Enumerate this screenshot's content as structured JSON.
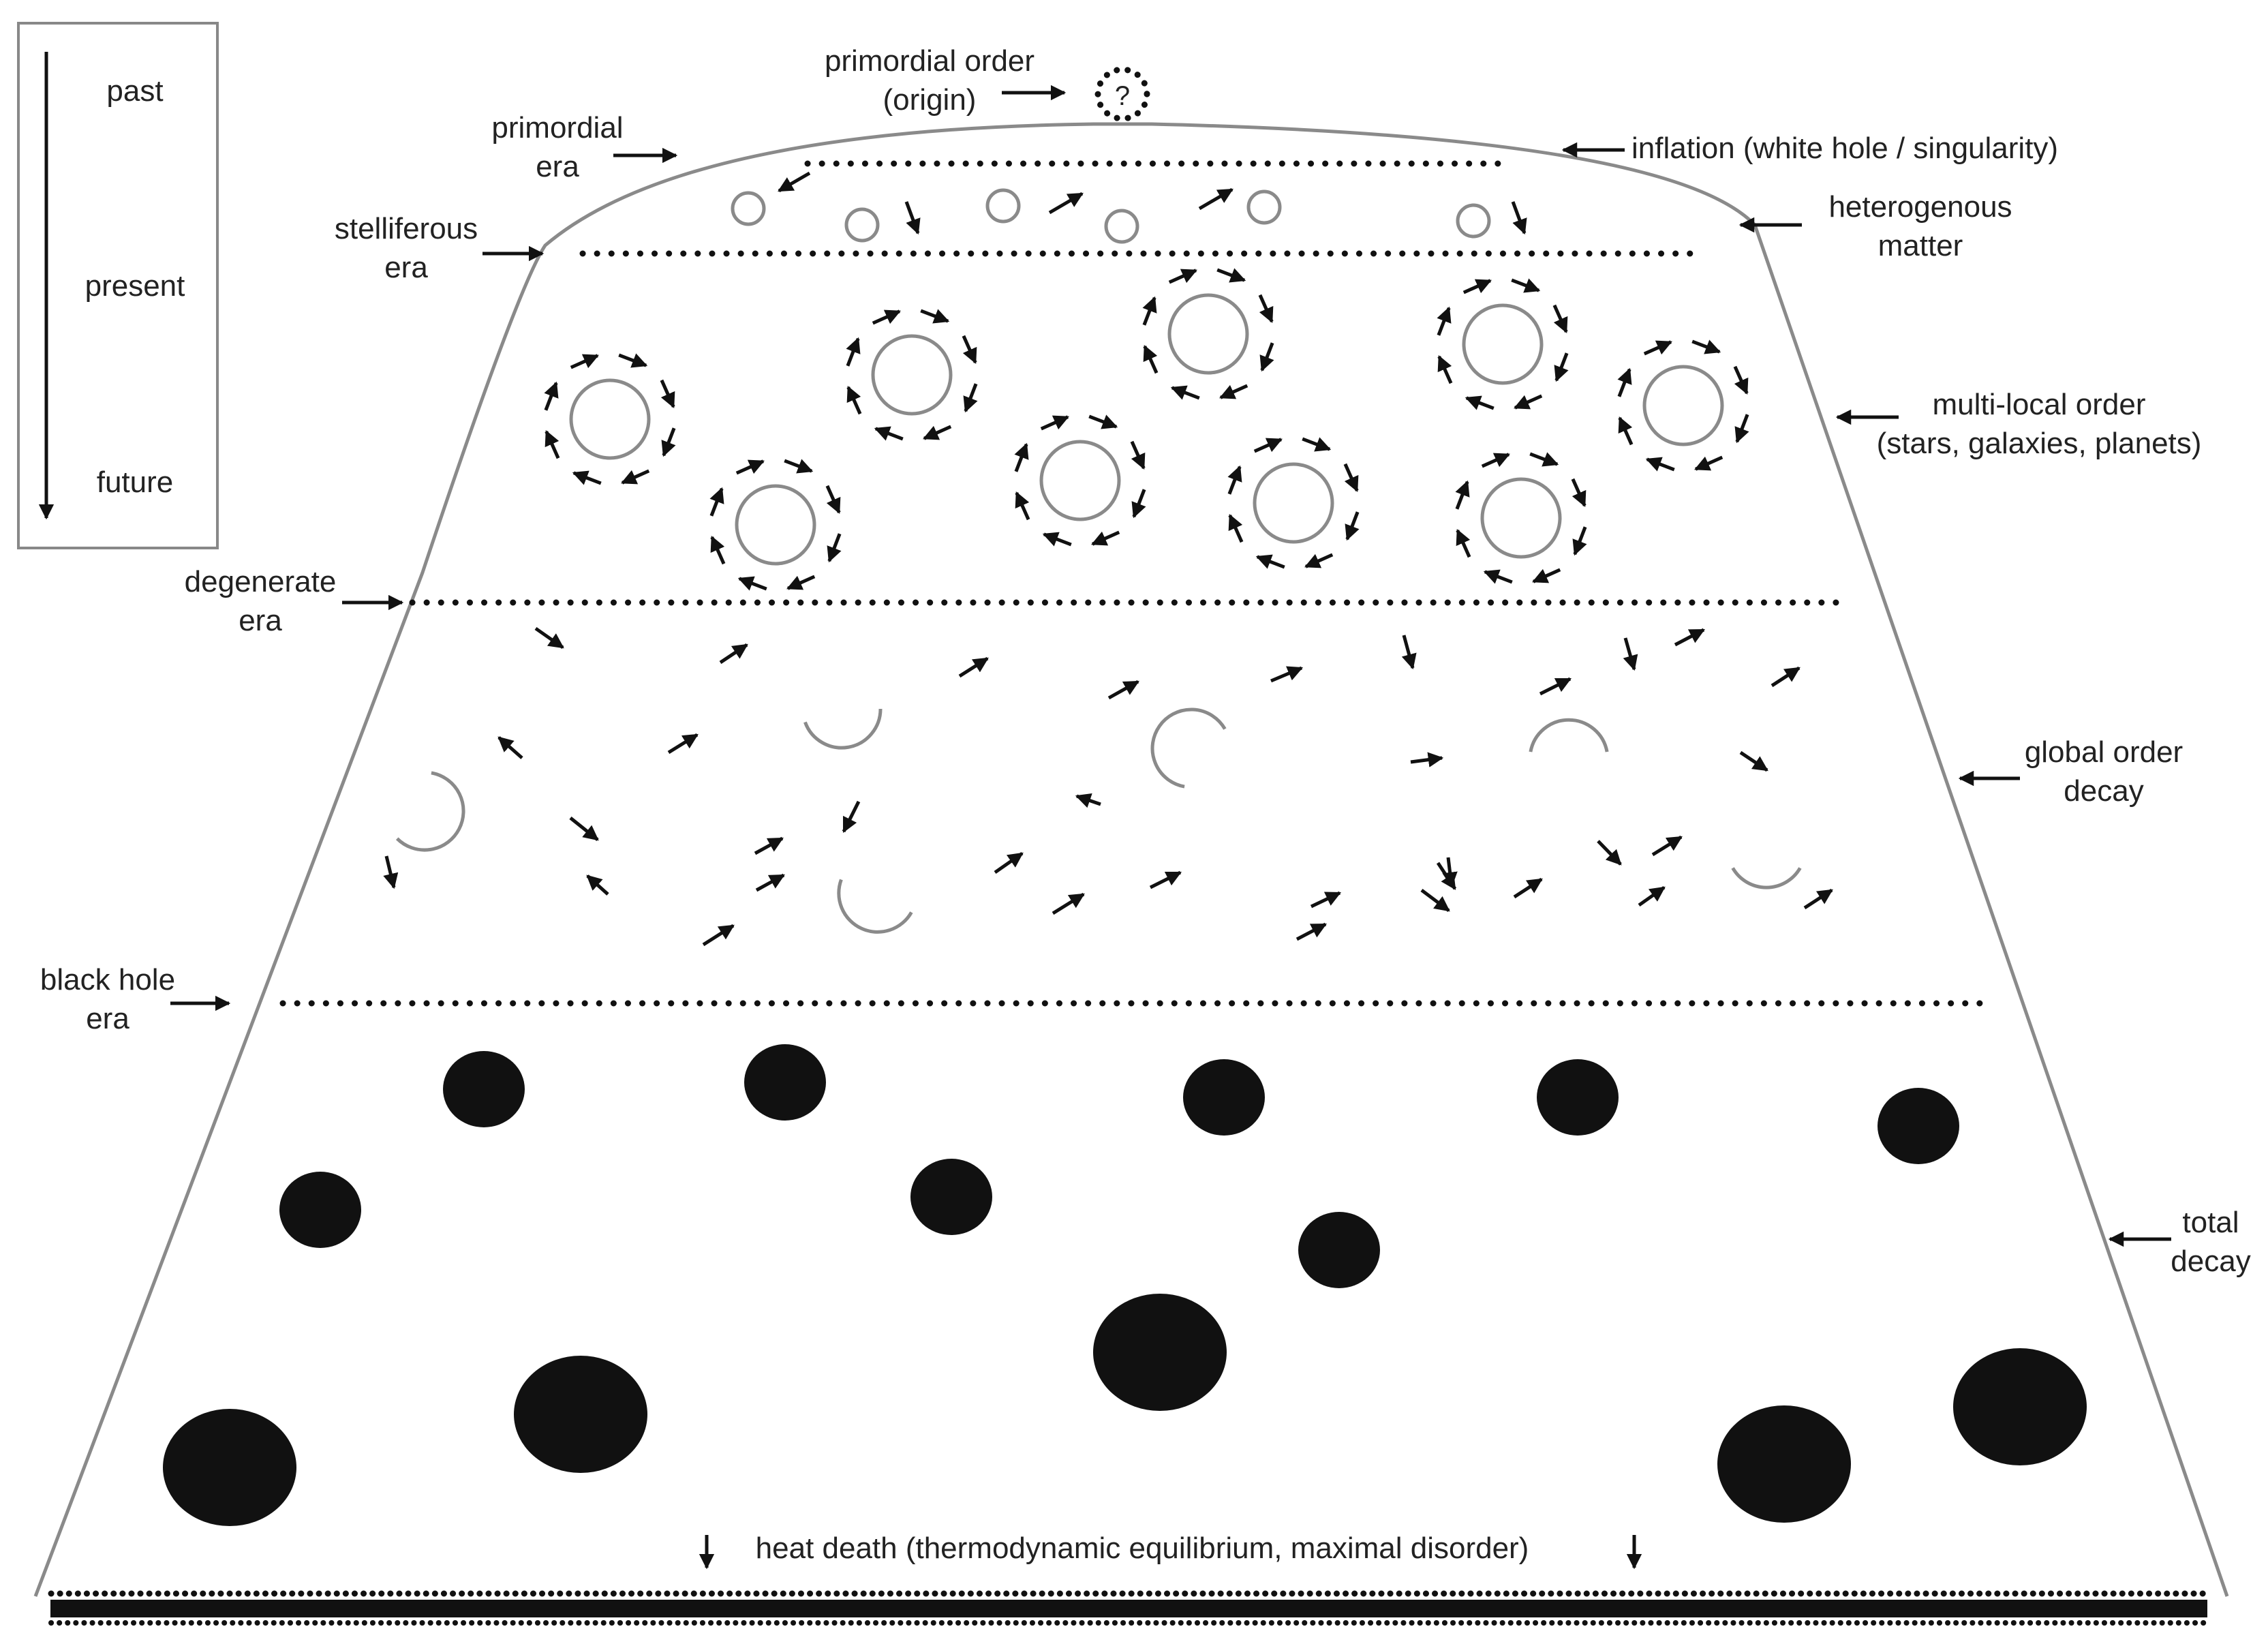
{
  "timeline": {
    "past": "past",
    "present": "present",
    "future": "future"
  },
  "labels": {
    "primordial_order": [
      "primordial order",
      "(origin)"
    ],
    "origin_mark": "?",
    "primordial_era": [
      "primordial",
      "era"
    ],
    "stelliferous_era": [
      "stelliferous",
      "era"
    ],
    "degenerate_era": [
      "degenerate",
      "era"
    ],
    "black_hole_era": [
      "black hole",
      "era"
    ],
    "inflation": [
      "inflation (white hole / singularity)"
    ],
    "heterogenous_matter": [
      "heterogenous",
      "matter"
    ],
    "multi_local_order": [
      "multi-local order",
      "(stars, galaxies, planets)"
    ],
    "global_order_decay": [
      "global order",
      "decay"
    ],
    "total_decay": [
      "total",
      "decay"
    ],
    "heat_death": "heat death (thermodynamic equilibrium, maximal disorder)"
  },
  "colors": {
    "outline": "#8a8a8a",
    "ink": "#111111",
    "text": "#222222"
  }
}
